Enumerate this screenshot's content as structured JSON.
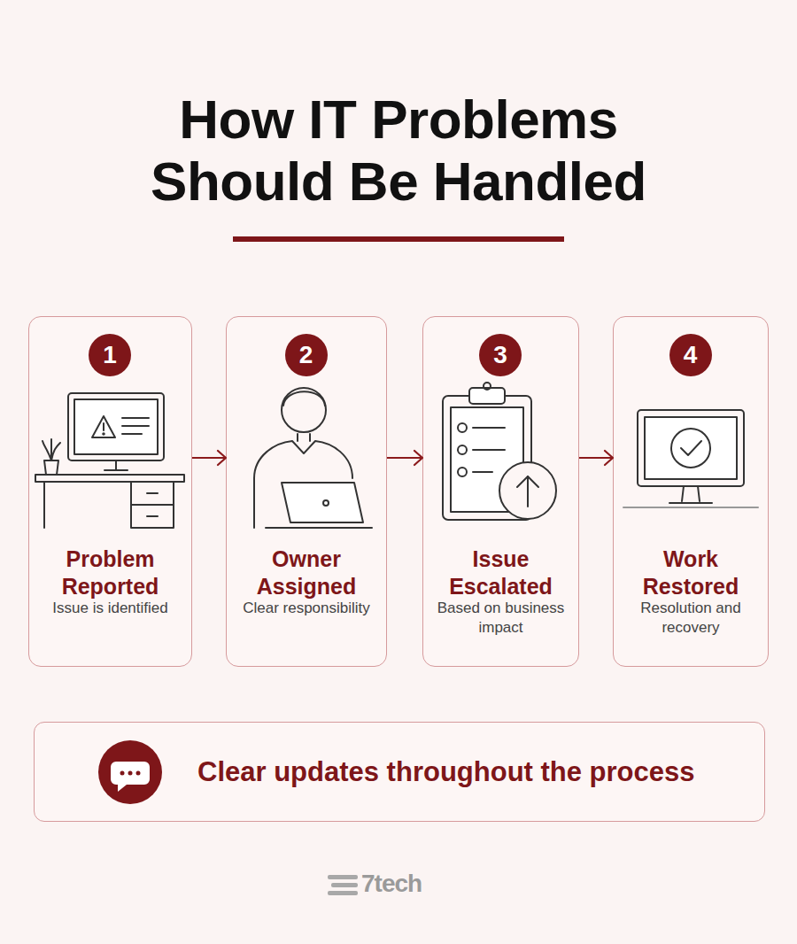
{
  "diagram": {
    "title": "How IT Problems Should Be Handled",
    "nodes": [
      {
        "text": [
          "Problem Reported",
          "Issue is identified"
        ]
      },
      {
        "text": [
          "1"
        ],
        "in": 0
      },
      {
        "text": [
          "Owner Assigned",
          "Clear responsibility"
        ]
      },
      {
        "text": [
          "2"
        ],
        "in": 2
      },
      {
        "text": [
          "Issue Escalated",
          "Based on business impact"
        ]
      },
      {
        "text": [
          "3"
        ],
        "in": 4
      },
      {
        "text": [
          "Work Restored",
          "Resolution and recovery"
        ]
      },
      {
        "text": [
          "4"
        ],
        "in": 6
      },
      {
        "text": [
          "Clear updates throughout the process"
        ]
      }
    ],
    "edges": [
      {
        "from": 0,
        "to": 2,
        "arrow": "to"
      },
      {
        "from": 2,
        "to": 4,
        "arrow": "to"
      },
      {
        "from": 4,
        "to": 6,
        "arrow": "to"
      }
    ],
    "labels": [
      "7tech"
    ]
  }
}
